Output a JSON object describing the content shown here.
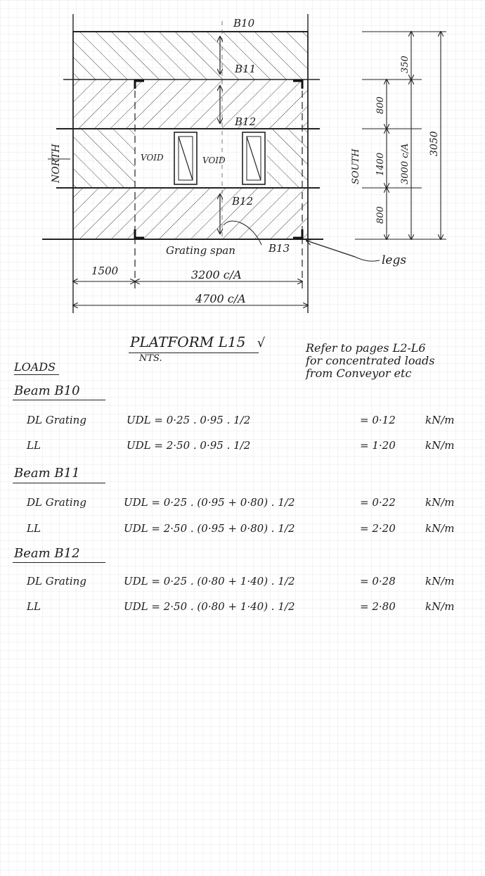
{
  "drawing": {
    "beams": {
      "b10": "B10",
      "b11": "B11",
      "b12_top": "B12",
      "b12_bottom": "B12",
      "b13": "B13"
    },
    "voids": [
      "VOID",
      "VOID"
    ],
    "north_label": "NORTH",
    "south_label": "SOUTH",
    "grating_span_label": "Grating span",
    "legs_label": "legs",
    "dims_horizontal": {
      "d1500": "1500",
      "d3200": "3200 c/A",
      "d4700": "4700 c/A"
    },
    "dims_vertical": {
      "d350": "350",
      "d800_top": "800",
      "d1400": "1400",
      "d800_bottom": "800",
      "d3000": "3000 c/A",
      "d3050": "3050"
    }
  },
  "title": {
    "main": "PLATFORM L15",
    "check_mark": "√",
    "subtitle": "NTS."
  },
  "note": {
    "line1": "Refer to pages L2-L6",
    "line2": "for concentrated loads",
    "line3": "from Conveyor etc"
  },
  "loads": {
    "heading": "LOADS",
    "beams": [
      {
        "name": "Beam B10",
        "rows": [
          {
            "label": "DL Grating",
            "formula": "UDL = 0·25 . 0·95 . 1/2",
            "result": "= 0·12",
            "unit": "kN/m"
          },
          {
            "label": "LL",
            "formula": "UDL = 2·50 . 0·95 . 1/2",
            "result": "= 1·20",
            "unit": "kN/m"
          }
        ]
      },
      {
        "name": "Beam B11",
        "rows": [
          {
            "label": "DL Grating",
            "formula": "UDL = 0·25 . (0·95 + 0·80) . 1/2",
            "result": "= 0·22",
            "unit": "kN/m"
          },
          {
            "label": "LL",
            "formula": "UDL = 2·50 . (0·95 + 0·80) . 1/2",
            "result": "= 2·20",
            "unit": "kN/m"
          }
        ]
      },
      {
        "name": "Beam B12",
        "rows": [
          {
            "label": "DL Grating",
            "formula": "UDL = 0·25 . (0·80 + 1·40) . 1/2",
            "result": "= 0·28",
            "unit": "kN/m"
          },
          {
            "label": "LL",
            "formula": "UDL = 2·50 . (0·80 + 1·40) . 1/2",
            "result": "= 2·80",
            "unit": "kN/m"
          }
        ]
      }
    ]
  }
}
